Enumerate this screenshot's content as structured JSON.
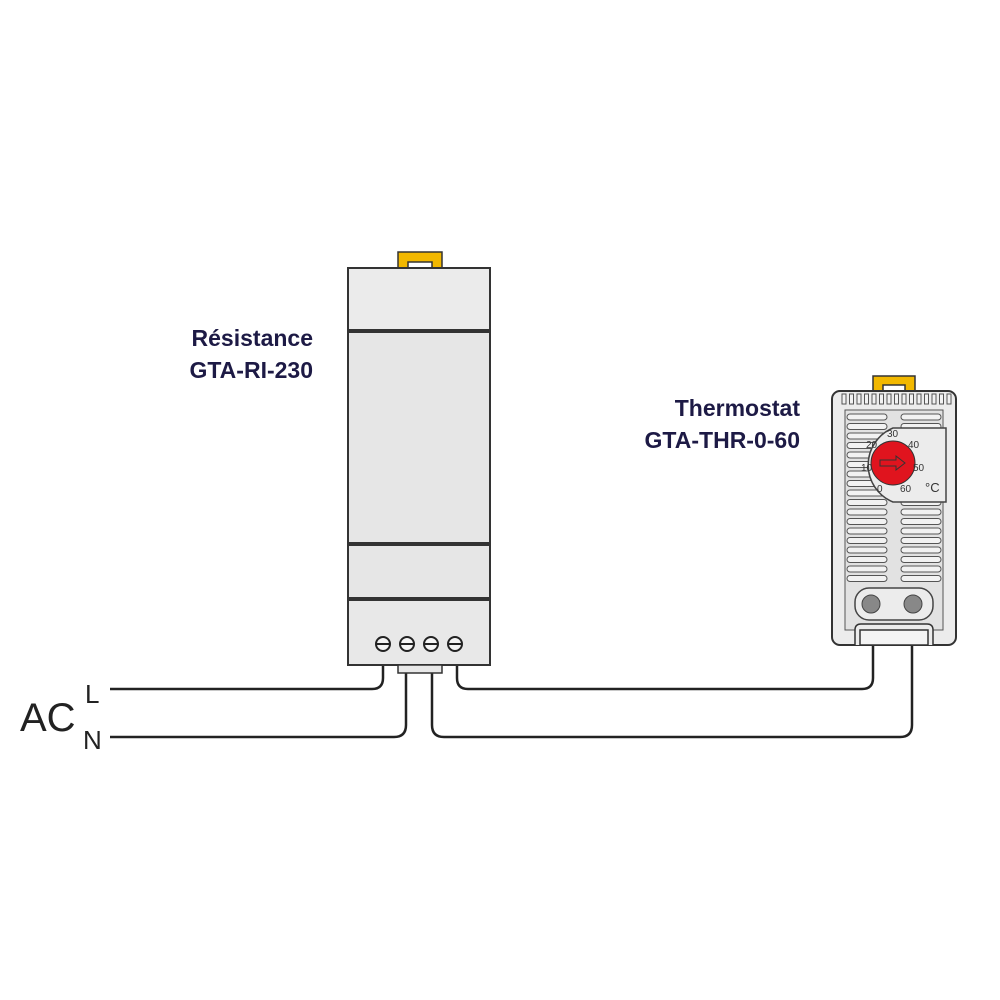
{
  "resistance": {
    "name": "Résistance",
    "model": "GTA-RI-230"
  },
  "thermostat": {
    "name": "Thermostat",
    "model": "GTA-THR-0-60",
    "dial_labels": [
      "0",
      "10",
      "20",
      "30",
      "40",
      "50",
      "60"
    ],
    "unit": "°C"
  },
  "power": {
    "label": "AC",
    "line": "L",
    "neutral": "N"
  },
  "colors": {
    "clip": "#f2b800",
    "knob": "#e0141e",
    "text": "#1d1a45"
  }
}
